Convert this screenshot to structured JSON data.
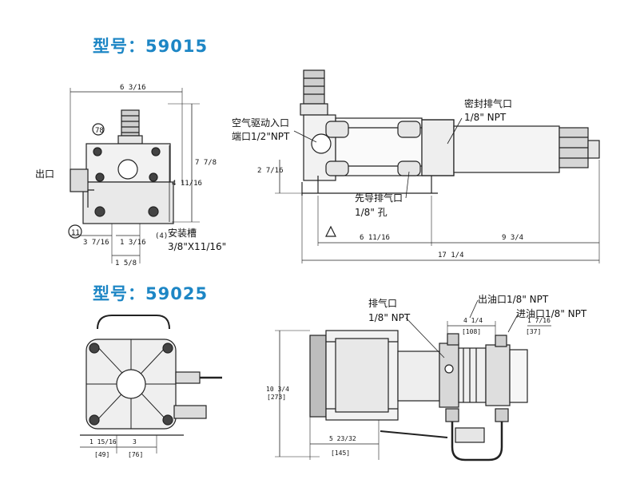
{
  "model1": {
    "title": "型号：59015",
    "labels": {
      "outlet": "出口",
      "air_drive_inlet_line1": "空气驱动入口",
      "air_drive_inlet_line2": "端口1/2\"NPT",
      "seal_vent_line1": "密封排气口",
      "seal_vent_line2": "1/8\" NPT",
      "pilot_vent_line1": "先导排气口",
      "pilot_vent_line2": "1/8\" 孔",
      "mount_slot_line1": "安装槽",
      "mount_slot_line2": "3/8\"X11/16\""
    },
    "callouts": {
      "c78": "78",
      "c11": "11",
      "c4": "(4)"
    },
    "dims": {
      "front_width": "6 3/16",
      "front_height": "7 7/8",
      "front_inner_height": "4 11/16",
      "foot_left": "3 7/16",
      "foot_mid": "1 3/16",
      "foot_span": "1 5/8",
      "side_height": "2 7/16",
      "side_a": "6 11/16",
      "side_b": "9 3/4",
      "overall": "17 1/4"
    }
  },
  "model2": {
    "title": "型号：59025",
    "labels": {
      "exhaust_line1": "排气口",
      "exhaust_line2": "1/8\" NPT",
      "oil_out": "出油口1/8\" NPT",
      "oil_in": "进油口1/8\" NPT"
    },
    "dims": {
      "base_a": "1 15/16",
      "base_a_mm": "[49]",
      "base_b": "3",
      "base_b_mm": "[76]",
      "height": "10 3/4",
      "height_mm": "[273]",
      "width": "5 23/32",
      "width_mm": "[145]",
      "top_a": "4 1/4",
      "top_a_mm": "[108]",
      "top_b": "1 7/16",
      "top_b_mm": "[37]"
    }
  }
}
